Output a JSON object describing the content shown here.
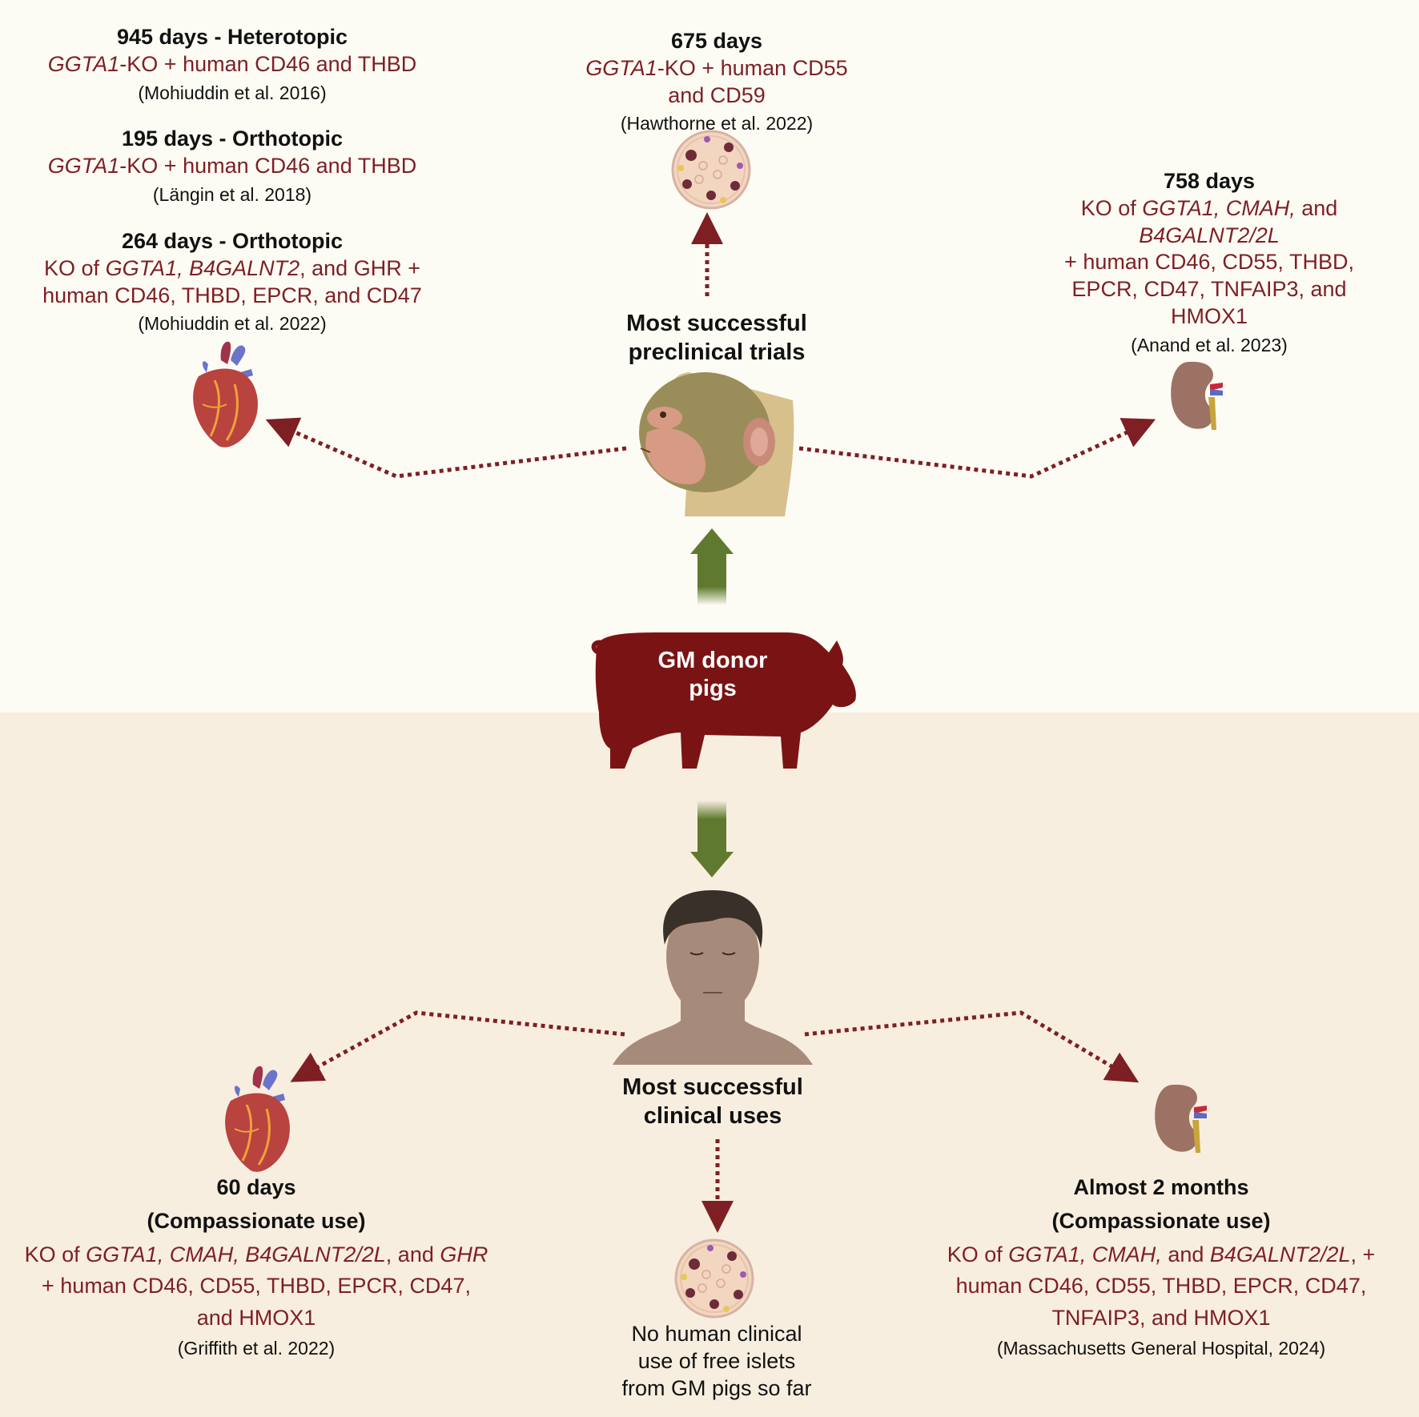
{
  "colors": {
    "accent_red": "#7e1f24",
    "arrow_green": "#5f7a2f",
    "pig": "#7a1414"
  },
  "icons": [
    "heart-icon",
    "islet-icon",
    "kidney-icon",
    "monkey-icon",
    "pig-icon",
    "human-icon"
  ],
  "preclinical": {
    "label_line1": "Most successful",
    "label_line2": "preclinical trials",
    "heart": {
      "entries": [
        {
          "title": "945 days - Heterotopic",
          "gene_it": "GGTA1",
          "gene_rest": "-KO + human CD46 and THBD",
          "citation": "(Mohiuddin et al. 2016)"
        },
        {
          "title": "195 days - Orthotopic",
          "gene_it": "GGTA1",
          "gene_rest": "-KO + human CD46 and THBD",
          "citation": "(Längin et al. 2018)"
        },
        {
          "title": "264 days - Orthotopic",
          "line1_pre": "KO of ",
          "line1_it": "GGTA1, B4GALNT2",
          "line1_post": ", and GHR +",
          "line2": "human CD46, THBD, EPCR, and CD47",
          "citation": "(Mohiuddin  et al. 2022)"
        }
      ]
    },
    "islet": {
      "title": "675 days",
      "gene_it": "GGTA1",
      "gene_rest": "-KO + human CD55",
      "line2": "and CD59",
      "citation": "(Hawthorne et al. 2022)"
    },
    "kidney": {
      "title": "758 days",
      "line1_pre": "KO of ",
      "line1_it": "GGTA1, CMAH,",
      "line1_post": " and",
      "line2_it": "B4GALNT2/2L",
      "line3": "+  human CD46, CD55, THBD,",
      "line4": "EPCR, CD47, TNFAIP3, and",
      "line5": "HMOX1",
      "citation": "(Anand et al. 2023)"
    }
  },
  "donor": {
    "line1": "GM donor",
    "line2": "pigs"
  },
  "clinical": {
    "label_line1": "Most successful",
    "label_line2": "clinical uses",
    "heart": {
      "title1": "60 days",
      "title2": "(Compassionate use)",
      "line1_pre": "KO of ",
      "line1_it": "GGTA1, CMAH, B4GALNT2/2L",
      "line1_mid": ", and ",
      "line1_it2": "GHR",
      "line2": "+ human CD46, CD55, THBD, EPCR, CD47,",
      "line3": "and HMOX1",
      "citation": "(Griffith et al. 2022)"
    },
    "islet": {
      "line1": "No human clinical",
      "line2": "use of free islets",
      "line3": "from GM pigs so far"
    },
    "kidney": {
      "title1": "Almost 2 months",
      "title2": "(Compassionate use)",
      "line1_pre": "KO of ",
      "line1_it": "GGTA1, CMAH,",
      "line1_mid": " and ",
      "line1_it2": "B4GALNT2/2L",
      "line1_post": ", +",
      "line2": "human CD46, CD55, THBD, EPCR, CD47,",
      "line3": "TNFAIP3, and HMOX1",
      "citation": "(Massachusetts General Hospital, 2024)"
    }
  }
}
